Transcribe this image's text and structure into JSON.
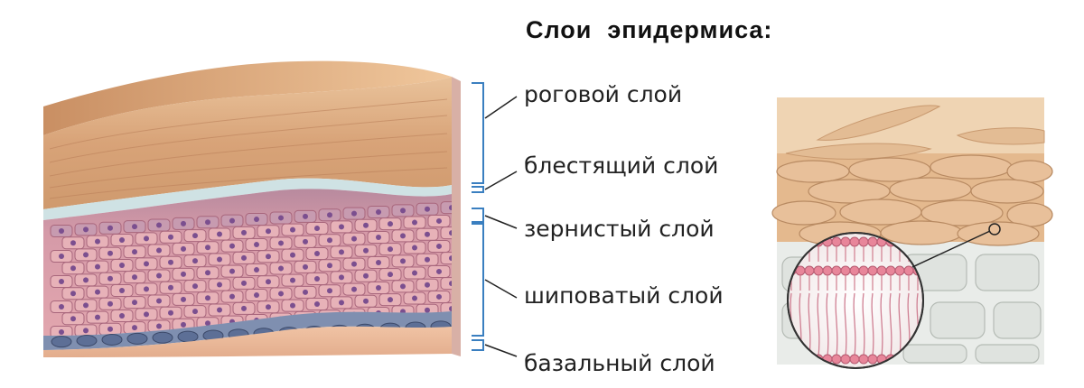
{
  "diagram": {
    "title": "Слои  эпидермиса:",
    "layers": [
      {
        "label": "роговой слой"
      },
      {
        "label": "блестящий слой"
      },
      {
        "label": "зернистый слой"
      },
      {
        "label": "шиповатый слой"
      },
      {
        "label": "базальный слой"
      }
    ],
    "colors": {
      "stratum_corneum": "#d9a67c",
      "stratum_lucidum": "#c9dde0",
      "stratum_granulosum": "#b88a9e",
      "stratum_spinosum": "#d59aa8",
      "stratum_basale": "#6f7fa0",
      "dermis": "#eab99a",
      "bracket_line": "#3a7fc0"
    }
  }
}
